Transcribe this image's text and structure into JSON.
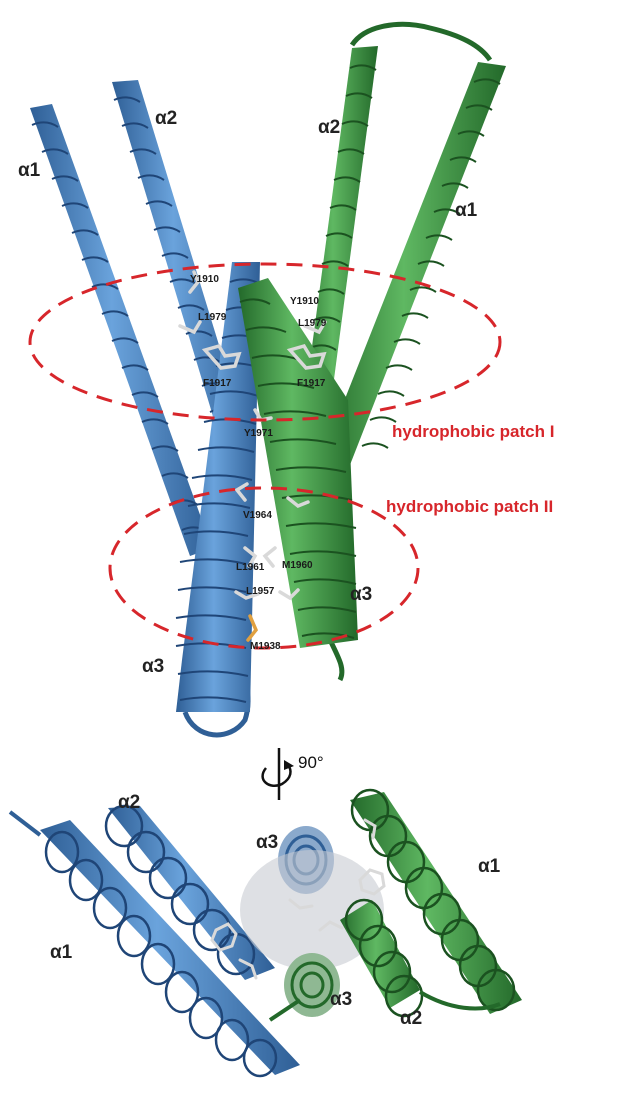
{
  "colors": {
    "blue_chain": "#4a86c8",
    "blue_dark": "#2f5f96",
    "green_chain": "#3f9a45",
    "green_dark": "#23692a",
    "patch": "#d7262b",
    "sidechain": "#d9d9d9"
  },
  "side_view": {
    "helix_labels": {
      "blue_a1": "α1",
      "blue_a2": "α2",
      "blue_a3": "α3",
      "green_a1": "α1",
      "green_a2": "α2",
      "green_a3": "α3"
    },
    "residues": {
      "blue_y1910": "Y1910",
      "green_y1910": "Y1910",
      "blue_l1979": "L1979",
      "green_l1979": "L1979",
      "blue_f1917": "F1917",
      "green_f1917": "F1917",
      "y1971": "Y1971",
      "v1964": "V1964",
      "l1961": "L1961",
      "m1960": "M1960",
      "l1957": "L1957",
      "m1938": "M1938"
    },
    "patches": {
      "patch_1": "hydrophobic patch I",
      "patch_2": "hydrophobic patch II"
    }
  },
  "rotation": {
    "angle_label": "90°",
    "icon": "rotate-arrow-icon"
  },
  "top_view": {
    "helix_labels": {
      "blue_a1": "α1",
      "blue_a2": "α2",
      "blue_a3": "α3",
      "green_a1": "α1",
      "green_a2": "α2",
      "green_a3": "α3"
    }
  }
}
